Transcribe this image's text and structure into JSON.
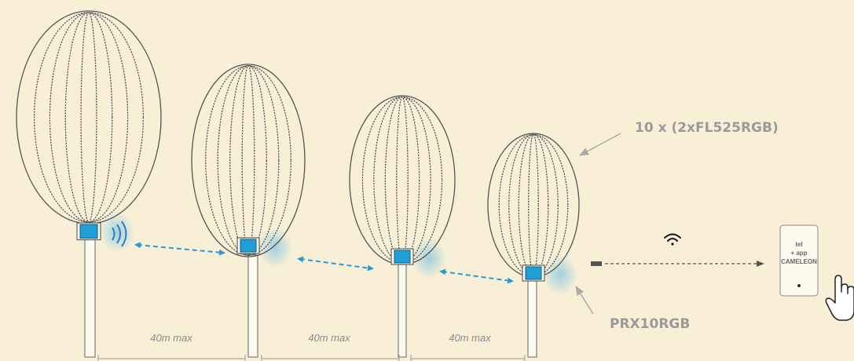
{
  "labels": {
    "lamp_model": "10 x (2xFL525RGB)",
    "receiver_model": "PRX10RGB"
  },
  "distances": [
    "40m max",
    "40m max",
    "40m max"
  ],
  "phone": {
    "line1": "tel",
    "line2": "+ app",
    "line3": "CAMELEON"
  },
  "icons": {
    "wifi": "wifi-icon",
    "hand": "hand-pointer-icon"
  },
  "colors": {
    "background": "#f7f0d6",
    "controller": "#1f9fd8",
    "signal_arrow": "#2a9ad6",
    "outline": "#555555",
    "label_text": "#9a9a9a"
  }
}
